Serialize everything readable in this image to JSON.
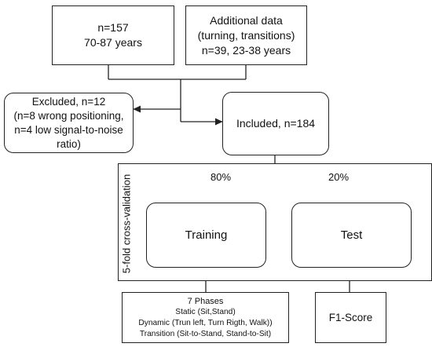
{
  "nodes": {
    "cohort": {
      "lines": [
        "n=157",
        "70-87 years"
      ]
    },
    "additional": {
      "lines": [
        "Additional data",
        "(turning, transitions)",
        "n=39, 23-38 years"
      ]
    },
    "excluded": {
      "lines": [
        "Excluded, n=12",
        "(n=8 wrong positioning,",
        "n=4 low signal-to-noise",
        "ratio)"
      ]
    },
    "included": {
      "lines": [
        "Included, n=184"
      ]
    },
    "training": {
      "lines": [
        "Training"
      ]
    },
    "test": {
      "lines": [
        "Test"
      ]
    },
    "phases": {
      "lines": [
        "7 Phases",
        "Static (Sit,Stand)",
        "Dynamic (Trun left, Turn Rigth, Walk))",
        "Transition (Sit-to-Stand, Stand-to-Sit)"
      ]
    },
    "f1": {
      "lines": [
        "F1-Score"
      ]
    }
  },
  "split": {
    "training_pct": "80%",
    "test_pct": "20%"
  },
  "cv_label": "5-fold cross-validation"
}
